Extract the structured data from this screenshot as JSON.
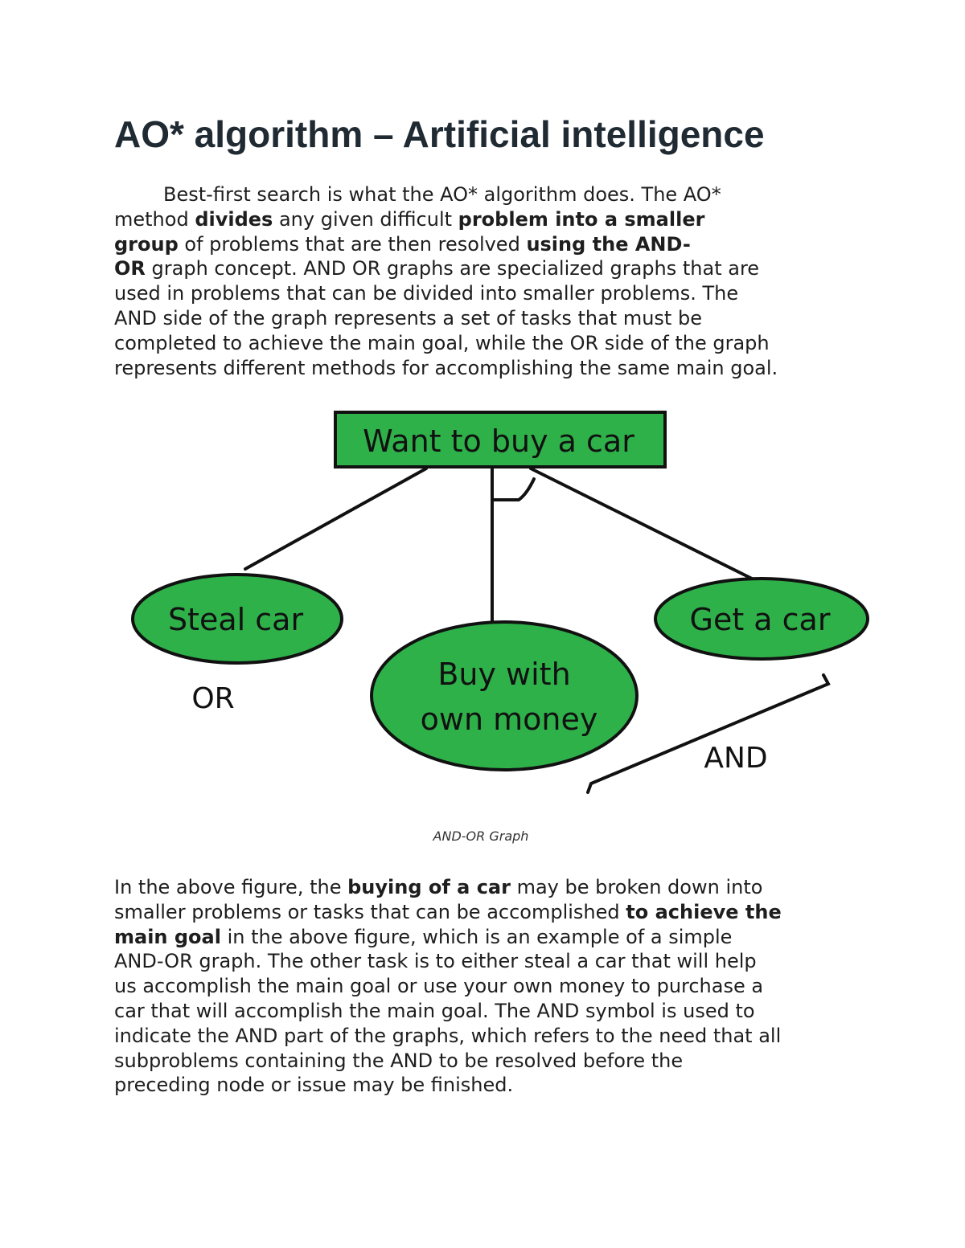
{
  "title": "AO* algorithm – Artificial intelligence",
  "intro_lines": [
    [
      {
        "t": "        Best-first search is what the AO* algorithm does. The AO*",
        "b": false
      }
    ],
    [
      {
        "t": "method ",
        "b": false
      },
      {
        "t": "divides",
        "b": true
      },
      {
        "t": " any given difficult ",
        "b": false
      },
      {
        "t": "problem into a smaller",
        "b": true
      }
    ],
    [
      {
        "t": "group",
        "b": true
      },
      {
        "t": " of problems that are then resolved ",
        "b": false
      },
      {
        "t": "using the AND-",
        "b": true
      }
    ],
    [
      {
        "t": "OR",
        "b": true
      },
      {
        "t": " graph concept. AND OR graphs are specialized graphs that are",
        "b": false
      }
    ],
    [
      {
        "t": "used in problems that can be divided into smaller problems. The",
        "b": false
      }
    ],
    [
      {
        "t": "AND side of the graph represents a set of tasks that must be",
        "b": false
      }
    ],
    [
      {
        "t": "completed to achieve the main goal, while the OR side of the graph",
        "b": false
      }
    ],
    [
      {
        "t": "represents different methods for accomplishing the same main goal.",
        "b": false
      }
    ]
  ],
  "diagram": {
    "root": "Want to buy a car",
    "nodes": {
      "steal": "Steal car",
      "buy_line1": "Buy with",
      "buy_line2": "own money",
      "get": "Get a car"
    },
    "or_label": "OR",
    "and_label": "AND",
    "node_color": "#2fb14a"
  },
  "caption": "AND-OR Graph",
  "body_lines": [
    [
      {
        "t": "In the above figure, the ",
        "b": false
      },
      {
        "t": "buying of a car",
        "b": true
      },
      {
        "t": " may be broken down into",
        "b": false
      }
    ],
    [
      {
        "t": "smaller problems or tasks that can be accomplished ",
        "b": false
      },
      {
        "t": "to achieve the",
        "b": true
      }
    ],
    [
      {
        "t": "main goal",
        "b": true
      },
      {
        "t": " in the above figure, which is an example of a simple",
        "b": false
      }
    ],
    [
      {
        "t": "AND-OR graph. The other task is to either steal a car that will help",
        "b": false
      }
    ],
    [
      {
        "t": "us accomplish the main goal or use your own money to purchase a",
        "b": false
      }
    ],
    [
      {
        "t": "car that will accomplish the main goal. The AND symbol is used to",
        "b": false
      }
    ],
    [
      {
        "t": "indicate the AND part of the graphs, which refers to the need that all",
        "b": false
      }
    ],
    [
      {
        "t": "subproblems containing the AND to be resolved before the",
        "b": false
      }
    ],
    [
      {
        "t": "preceding node or issue may be finished.",
        "b": false
      }
    ]
  ]
}
